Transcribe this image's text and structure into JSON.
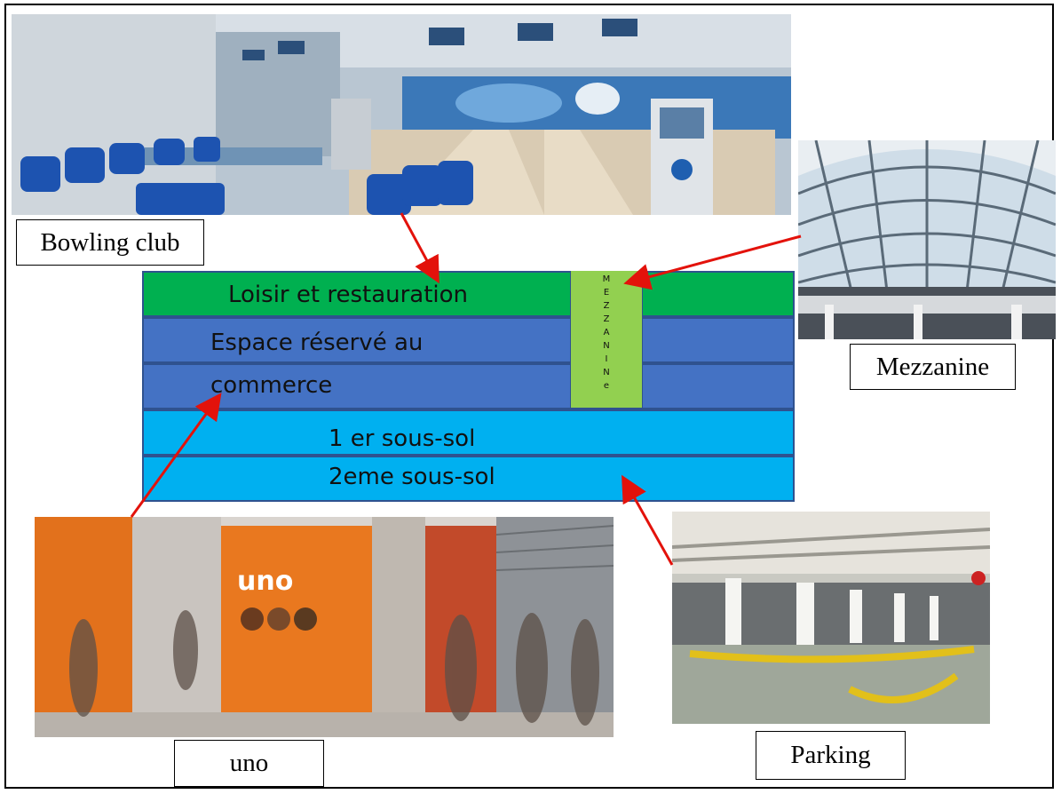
{
  "captions": {
    "bowling": "Bowling club",
    "mezzanine": "Mezzanine",
    "uno": "uno",
    "parking": "Parking"
  },
  "floors": {
    "loisir": "Loisir et restauration",
    "commerce_line1": "Espace réservé au",
    "commerce_line2": "commerce",
    "sous_sol_1": "1 er sous-sol",
    "sous_sol_2": "2eme sous-sol",
    "mezzanine_letters": [
      "M",
      "E",
      "Z",
      "Z",
      "A",
      "N",
      "I",
      "N",
      "e"
    ]
  },
  "colors": {
    "loisir": "#00b050",
    "commerce": "#4472c4",
    "sous_sol": "#00b0f0",
    "mezzanine": "#92d050",
    "arrow": "#e3120b"
  },
  "signage": {
    "uno_logo": "uno"
  }
}
